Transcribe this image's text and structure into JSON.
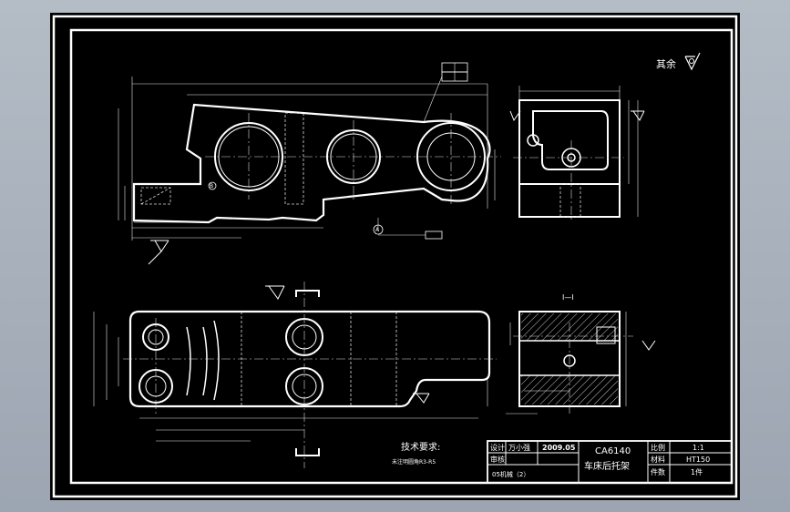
{
  "roughness_note": "其余",
  "tech_requirements": {
    "title": "技术要求:",
    "line1": "未注明圆角R3-R5"
  },
  "title_block": {
    "designer_label": "设计",
    "designer_name": "万小强",
    "date": "2009.05",
    "checker_label": "审核",
    "class_label": "05机械（2）",
    "model": "CA6140",
    "part_name": "车床后托架",
    "scale_label": "比例",
    "scale_value": "1:1",
    "material_label": "材料",
    "material_value": "HT150",
    "qty_label": "件数",
    "qty_value": "1件"
  },
  "section_label": "Ⅰ—Ⅰ",
  "datum_labels": [
    "A",
    "B"
  ],
  "colors": {
    "sheet": "#000000",
    "line": "#ffffff",
    "background": "#aab2bd"
  }
}
